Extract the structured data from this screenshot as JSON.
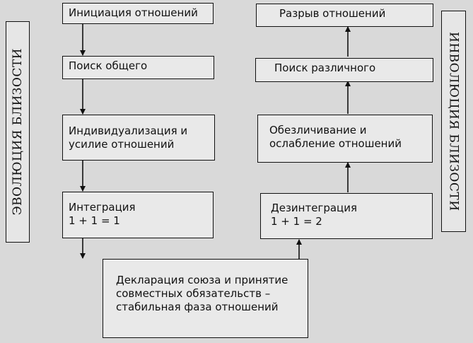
{
  "left_label": "ЭВОЛЮЦИЯ БЛИЗОСТИ",
  "right_label": "ИНВОЛЮЦИЯ БЛИЗОСТИ",
  "evolution": [
    {
      "lines": [
        "Инициация отношений"
      ]
    },
    {
      "lines": [
        "Поиск общего"
      ]
    },
    {
      "lines": [
        "Индивидуализация и",
        "усилие отношений"
      ]
    },
    {
      "lines": [
        "Интеграция",
        "1 + 1 = 1"
      ]
    }
  ],
  "involution": [
    {
      "lines": [
        "Разрыв отношений"
      ]
    },
    {
      "lines": [
        "Поиск различного"
      ]
    },
    {
      "lines": [
        "Обезличивание и",
        "ослабление отношений"
      ]
    },
    {
      "lines": [
        "Дезинтеграция",
        "1 + 1 = 2"
      ]
    }
  ],
  "center": {
    "lines": [
      "Декларация союза и принятие",
      "совместных обязательств –",
      "стабильная фаза отношений"
    ]
  }
}
